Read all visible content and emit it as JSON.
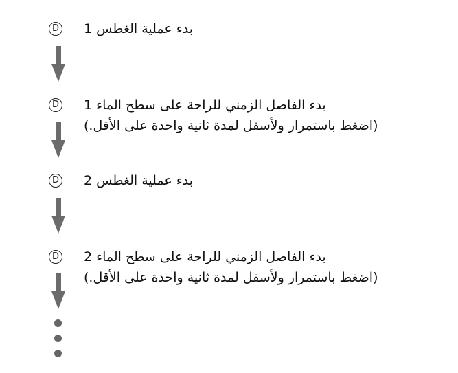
{
  "badge_letter": "D",
  "steps": [
    {
      "number": "1",
      "lines": [
        "بدء عملية الغطس"
      ]
    },
    {
      "number": "1",
      "lines": [
        "بدء الفاصل الزمني للراحة على سطح الماء",
        "(اضغط باستمرار ولأسفل لمدة ثانية واحدة على الأقل.)"
      ]
    },
    {
      "number": "2",
      "lines": [
        "بدء عملية الغطس"
      ]
    },
    {
      "number": "2",
      "lines": [
        "بدء الفاصل الزمني للراحة على سطح الماء",
        "(اضغط باستمرار ولأسفل لمدة ثانية واحدة على الأقل.)"
      ]
    }
  ],
  "colors": {
    "arrow": "#6b6b6b",
    "text": "#111111",
    "badge": "#222222"
  },
  "icons": {
    "badge": "circled-letter-d",
    "flow": "arrow-down",
    "continuation": "vertical-ellipsis"
  }
}
